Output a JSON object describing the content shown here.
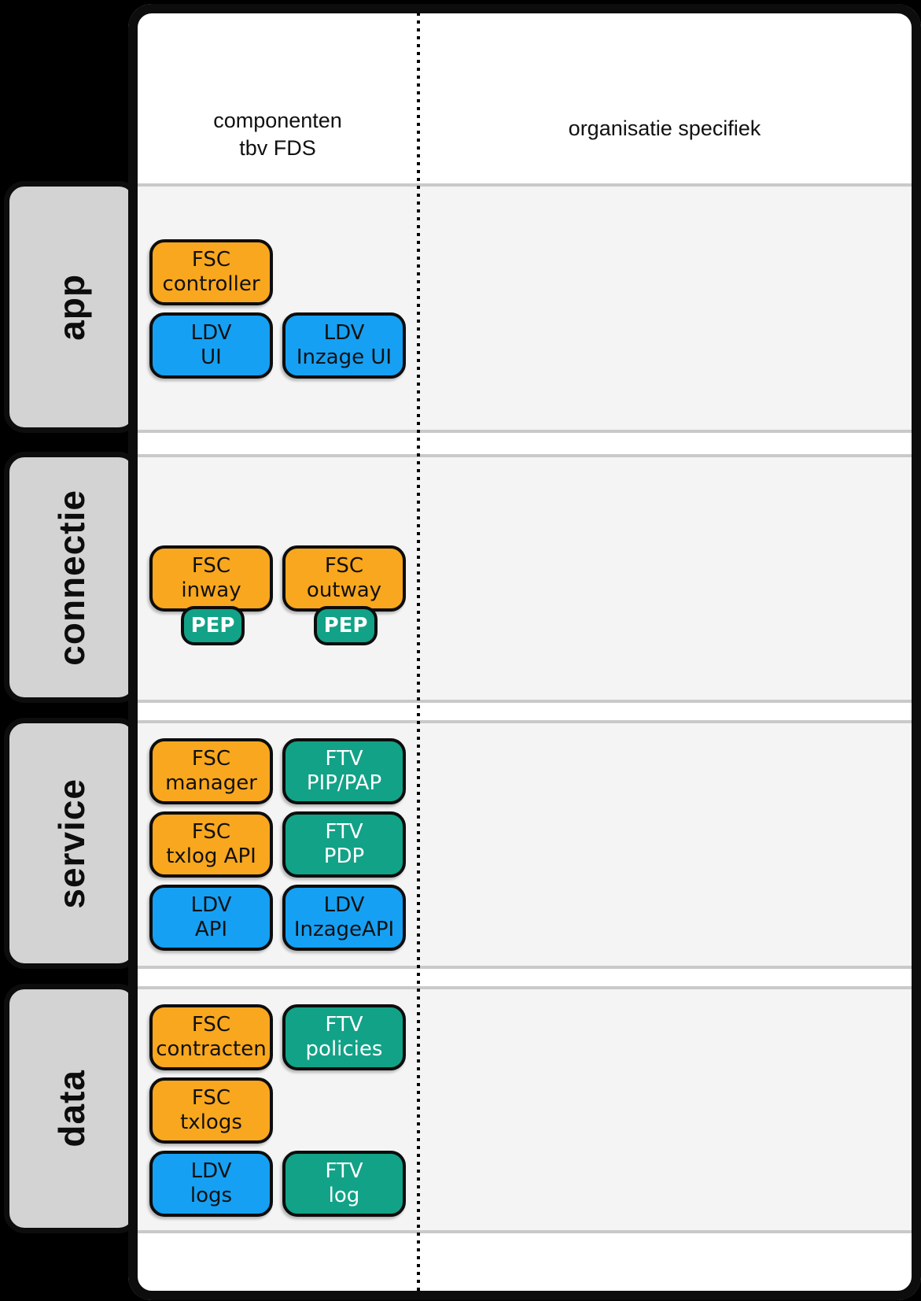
{
  "header": {
    "left_title_line1": "componenten",
    "left_title_line2": "tbv FDS",
    "right_title": "organisatie specifiek"
  },
  "rows": [
    {
      "id": "app",
      "label": "app",
      "boxes": [
        {
          "id": "fsc-controller",
          "lines": [
            "FSC",
            "controller"
          ],
          "variant": "orange",
          "col": 0,
          "slot": 0
        },
        {
          "id": "ldv-ui",
          "lines": [
            "LDV",
            "UI"
          ],
          "variant": "blue",
          "col": 0,
          "slot": 1
        },
        {
          "id": "ldv-inzage-ui",
          "lines": [
            "LDV",
            "Inzage UI"
          ],
          "variant": "blue",
          "col": 1,
          "slot": 1
        }
      ]
    },
    {
      "id": "connectie",
      "label": "connectie",
      "boxes": [
        {
          "id": "fsc-inway",
          "lines": [
            "FSC",
            "inway"
          ],
          "variant": "orange",
          "col": 0,
          "slot": 0,
          "badge": "PEP"
        },
        {
          "id": "fsc-outway",
          "lines": [
            "FSC",
            "outway"
          ],
          "variant": "orange",
          "col": 1,
          "slot": 0,
          "badge": "PEP"
        }
      ]
    },
    {
      "id": "service",
      "label": "service",
      "boxes": [
        {
          "id": "fsc-manager",
          "lines": [
            "FSC",
            "manager"
          ],
          "variant": "orange",
          "col": 0,
          "slot": 0
        },
        {
          "id": "ftv-pip-pap",
          "lines": [
            "FTV",
            "PIP/PAP"
          ],
          "variant": "teal",
          "col": 1,
          "slot": 0
        },
        {
          "id": "fsc-txlog-api",
          "lines": [
            "FSC",
            "txlog API"
          ],
          "variant": "orange",
          "col": 0,
          "slot": 1
        },
        {
          "id": "ftv-pdp",
          "lines": [
            "FTV",
            "PDP"
          ],
          "variant": "teal",
          "col": 1,
          "slot": 1
        },
        {
          "id": "ldv-api",
          "lines": [
            "LDV",
            "API"
          ],
          "variant": "blue",
          "col": 0,
          "slot": 2
        },
        {
          "id": "ldv-inzage-api",
          "lines": [
            "LDV",
            "InzageAPI"
          ],
          "variant": "blue",
          "col": 1,
          "slot": 2
        }
      ]
    },
    {
      "id": "data",
      "label": "data",
      "boxes": [
        {
          "id": "fsc-contracten",
          "lines": [
            "FSC",
            "contracten"
          ],
          "variant": "orange",
          "col": 0,
          "slot": 0
        },
        {
          "id": "ftv-policies",
          "lines": [
            "FTV",
            "policies"
          ],
          "variant": "teal",
          "col": 1,
          "slot": 0
        },
        {
          "id": "fsc-txlogs",
          "lines": [
            "FSC",
            "txlogs"
          ],
          "variant": "orange",
          "col": 0,
          "slot": 1
        },
        {
          "id": "ldv-logs",
          "lines": [
            "LDV",
            "logs"
          ],
          "variant": "blue",
          "col": 0,
          "slot": 2
        },
        {
          "id": "ftv-log",
          "lines": [
            "FTV",
            "log"
          ],
          "variant": "teal",
          "col": 1,
          "slot": 2
        }
      ]
    }
  ],
  "colors": {
    "orange": "#F9A71E",
    "blue": "#16A0F3",
    "teal": "#12A287",
    "tab_fill": "#D3D3D3",
    "band_fill": "#F4F4F4",
    "band_edge": "#C9C9C9",
    "border": "#0D0D0D"
  }
}
